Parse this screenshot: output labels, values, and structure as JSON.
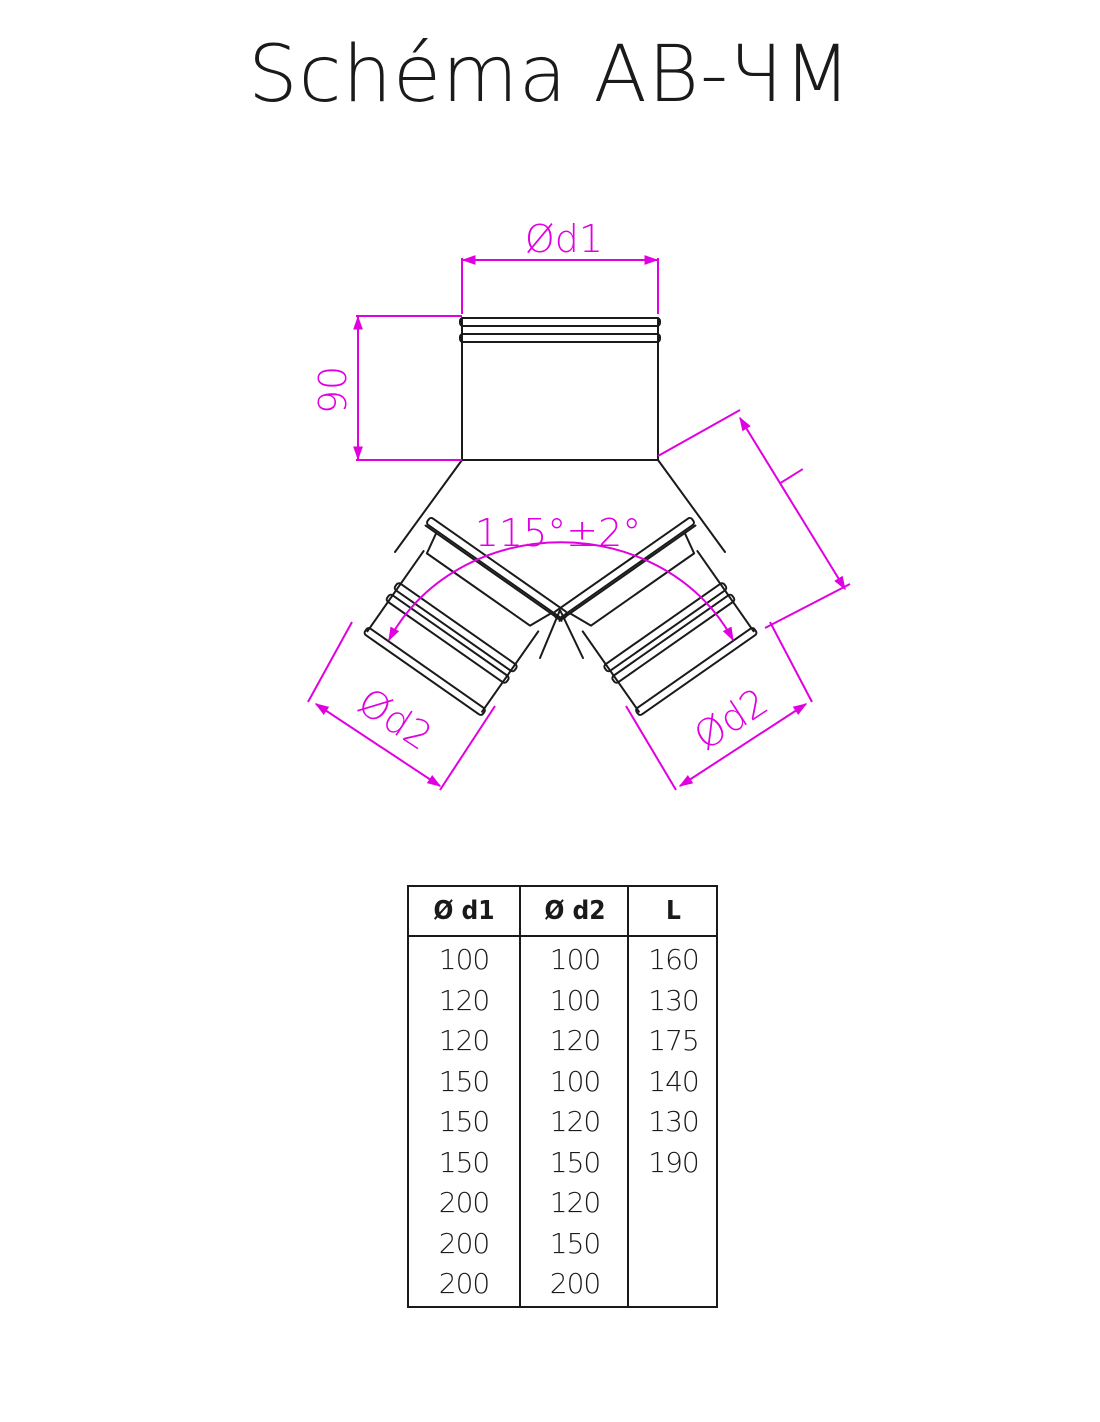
{
  "title": "Schéma AB-ЧМ",
  "drawing": {
    "dim_d1": "Ød1",
    "dim_height": "90",
    "dim_length": "L",
    "dim_angle": "115°±2°",
    "dim_d2_left": "Ød2",
    "dim_d2_right": "Ød2",
    "colors": {
      "outline": "#1a1a1a",
      "dimension": "#e000e0"
    }
  },
  "table": {
    "headers": [
      "Ø d1",
      "Ø d2",
      "L"
    ],
    "d1": [
      "100",
      "120",
      "120",
      "150",
      "150",
      "150",
      "200",
      "200",
      "200"
    ],
    "d2": [
      "100",
      "100",
      "120",
      "100",
      "120",
      "150",
      "120",
      "150",
      "200"
    ],
    "L": [
      "160",
      "130",
      "175",
      "140",
      "130",
      "190"
    ]
  }
}
